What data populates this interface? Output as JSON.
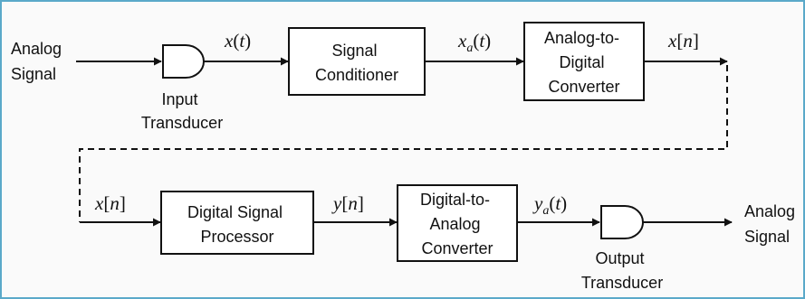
{
  "colors": {
    "frame_border": "#5aa9c9",
    "line": "#111111",
    "background": "#fafafa"
  },
  "inputs": {
    "analog_signal_in": [
      "Analog",
      "Signal"
    ],
    "analog_signal_out": [
      "Analog",
      "Signal"
    ]
  },
  "transducers": {
    "input": {
      "icon": "gate-shape-icon",
      "lines": [
        "Input",
        "Transducer"
      ]
    },
    "output": {
      "icon": "gate-shape-icon",
      "lines": [
        "Output",
        "Transducer"
      ]
    }
  },
  "blocks": {
    "signal_conditioner": [
      "Signal",
      "Conditioner"
    ],
    "adc": [
      "Analog-to-",
      "Digital",
      "Converter"
    ],
    "dsp": [
      "Digital Signal",
      "Processor"
    ],
    "dac": [
      "Digital-to-",
      "Analog",
      "Converter"
    ]
  },
  "signals": {
    "x_t": {
      "symbol": "x",
      "open": "(",
      "arg": "t",
      "close": ")"
    },
    "xa_t": {
      "symbol": "x",
      "sub": "a",
      "open": "(",
      "arg": "t",
      "close": ")"
    },
    "x_n_top": {
      "symbol": "x",
      "open": "[",
      "arg": "n",
      "close": "]"
    },
    "x_n_bottom": {
      "symbol": "x",
      "open": "[",
      "arg": "n",
      "close": "]"
    },
    "y_n": {
      "symbol": "y",
      "open": "[",
      "arg": "n",
      "close": "]"
    },
    "ya_t": {
      "symbol": "y",
      "sub": "a",
      "open": "(",
      "arg": "t",
      "close": ")"
    }
  }
}
